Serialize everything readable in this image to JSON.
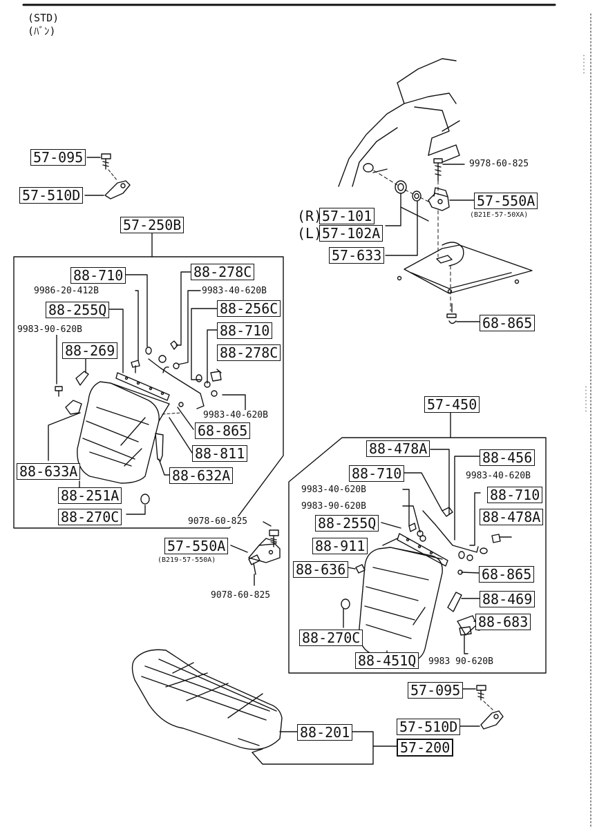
{
  "header": {
    "std": "(STD)",
    "sub": "(ﾊﾞﾝ)"
  },
  "callouts": {
    "p57_095_top": "57-095",
    "p57_510d_top": "57-510D",
    "p57_250b": "57-250B",
    "p88_710_a": "88-710",
    "p88_278c_a": "88-278C",
    "p9986_20_412b": "9986-20-412B",
    "p9983_40_620b_a": "9983-40-620B",
    "p88_255q_a": "88-255Q",
    "p88_256c": "88-256C",
    "p9983_90_620b_a": "9983-90-620B",
    "p88_710_b": "88-710",
    "p88_269": "88-269",
    "p88_278c_b": "88-278C",
    "p9983_40_620b_b": "9983-40-620B",
    "p68_865_a": "68-865",
    "p88_811": "88-811",
    "p88_633a": "88-633A",
    "p88_632a": "88-632A",
    "p88_251a": "88-251A",
    "p88_270c_a": "88-270C",
    "p9978_60_825": "9978-60-825",
    "p57_550a_top": "57-550A",
    "p57_550a_top_sub": "(B21E-57-50XA)",
    "label_r": "(R)",
    "label_l": "(L)",
    "p57_101": "57-101",
    "p57_102a": "57-102A",
    "p57_633": "57-633",
    "p68_865_top": "68-865",
    "p57_450": "57-450",
    "p88_478a_a": "88-478A",
    "p88_456": "88-456",
    "p88_710_c": "88-710",
    "p9983_40_620b_c": "9983-40-620B",
    "p9983_40_620b_d": "9983-40-620B",
    "p88_710_d": "88-710",
    "p9983_90_620b_b": "9983-90-620B",
    "p88_255q_b": "88-255Q",
    "p88_478a_b": "88-478A",
    "p88_911": "88-911",
    "p68_865_b": "68-865",
    "p88_636": "88-636",
    "p88_469": "88-469",
    "p88_683": "88-683",
    "p88_270c_b": "88-270C",
    "p88_451q": "88-451Q",
    "p9983_90_620b_c": "9983 90-620B",
    "p9078_60_825_a": "9078-60-825",
    "p57_550a_mid": "57-550A",
    "p57_550a_mid_sub": "(B219-57-550A)",
    "p9078_60_825_b": "9078-60-825",
    "p57_095_bot": "57-095",
    "p57_510d_bot": "57-510D",
    "p88_201": "88-201",
    "p57_200": "57-200"
  }
}
